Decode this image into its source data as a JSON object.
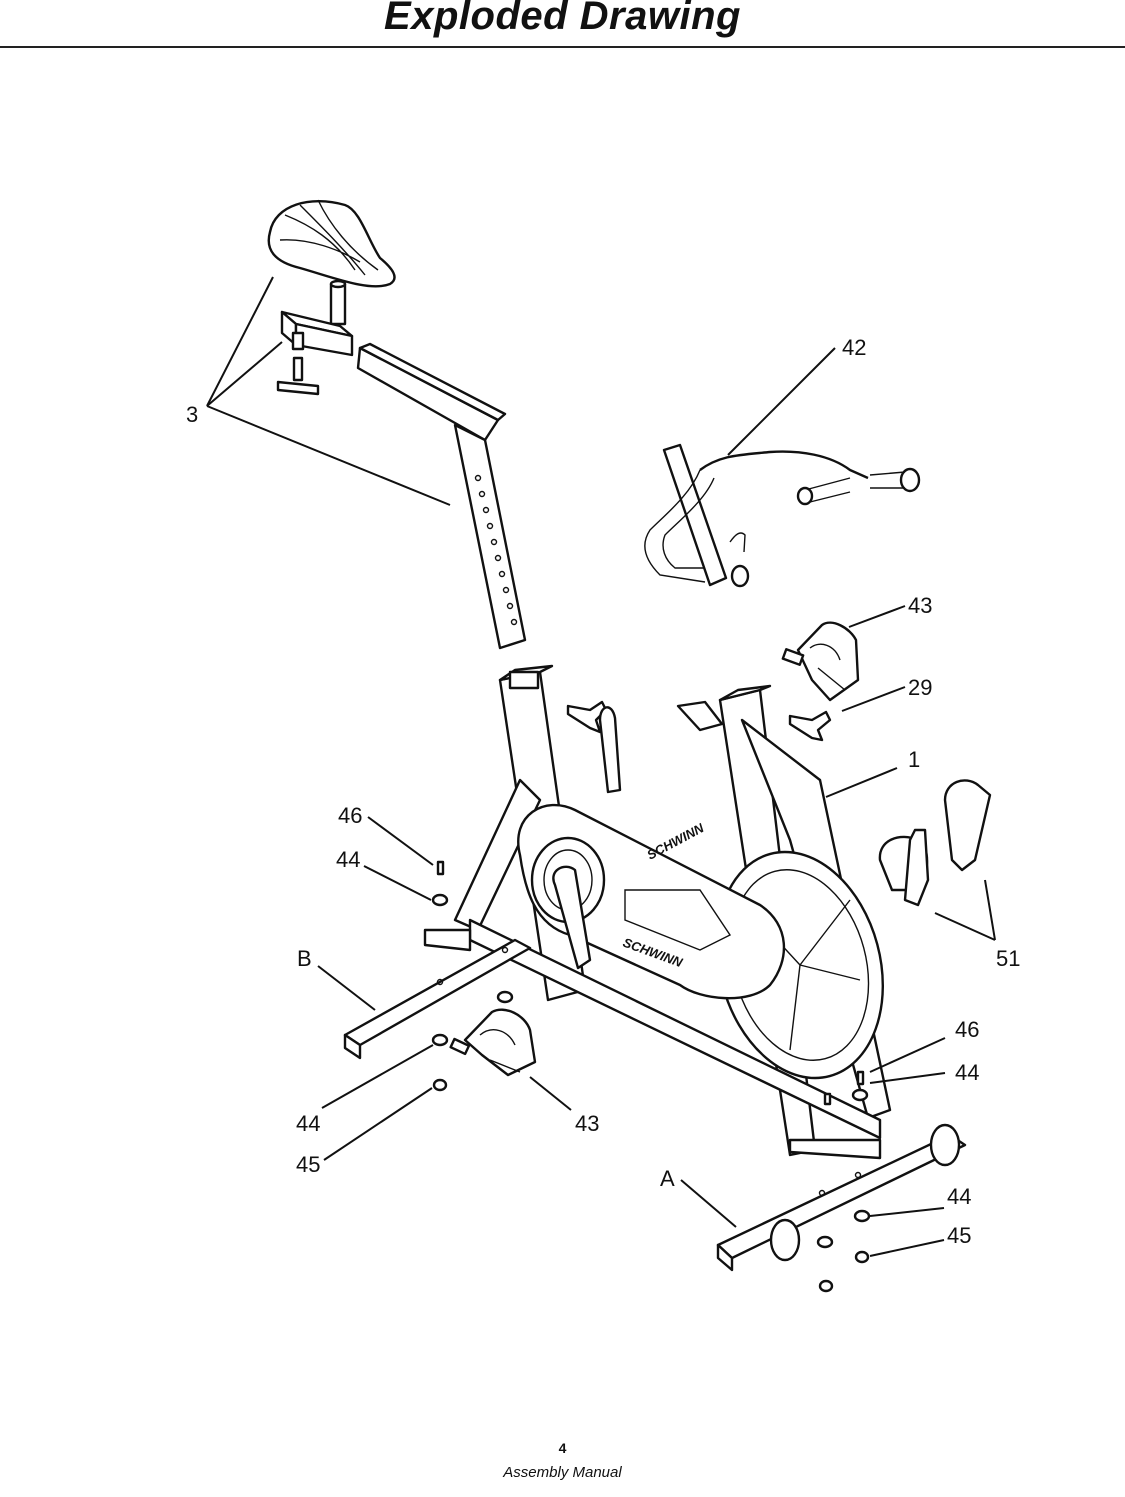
{
  "header": {
    "title": "Exploded Drawing"
  },
  "drawing": {
    "logo_text": "SCHWINN",
    "callouts": {
      "c3": "3",
      "c42": "42",
      "c43_top": "43",
      "c29": "29",
      "c1": "1",
      "c46_left": "46",
      "c44_left": "44",
      "c51": "51",
      "cB": "B",
      "c46_right": "46",
      "c44_right": "44",
      "c44_bottom_left": "44",
      "c43_bottom": "43",
      "c45_left": "45",
      "cA": "A",
      "c44_bottom_right": "44",
      "c45_right": "45"
    }
  },
  "footer": {
    "page_number": "4",
    "label": "Assembly Manual"
  }
}
